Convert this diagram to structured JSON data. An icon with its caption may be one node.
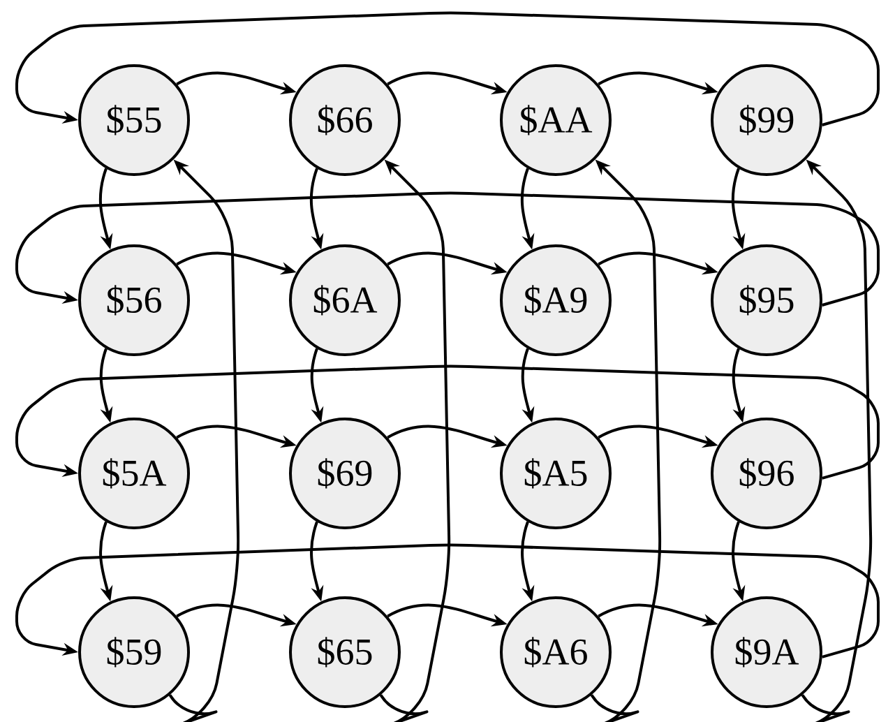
{
  "diagram": {
    "nodes": [
      {
        "text": [
          "$55"
        ]
      },
      {
        "text": [
          "$66"
        ]
      },
      {
        "text": [
          "$AA"
        ]
      },
      {
        "text": [
          "$99"
        ]
      },
      {
        "text": [
          "$56"
        ]
      },
      {
        "text": [
          "$6A"
        ]
      },
      {
        "text": [
          "$A9"
        ]
      },
      {
        "text": [
          "$95"
        ]
      },
      {
        "text": [
          "$5A"
        ]
      },
      {
        "text": [
          "$69"
        ]
      },
      {
        "text": [
          "$A5"
        ]
      },
      {
        "text": [
          "$96"
        ]
      },
      {
        "text": [
          "$59"
        ]
      },
      {
        "text": [
          "$65"
        ]
      },
      {
        "text": [
          "$A6"
        ]
      },
      {
        "text": [
          "$9A"
        ]
      }
    ],
    "edges": [
      {
        "from": 0,
        "to": 1,
        "arrow": "to"
      },
      {
        "from": 1,
        "to": 2,
        "arrow": "to"
      },
      {
        "from": 2,
        "to": 3,
        "arrow": "to"
      },
      {
        "from": 3,
        "to": 0,
        "arrow": "to"
      },
      {
        "from": 4,
        "to": 5,
        "arrow": "to"
      },
      {
        "from": 5,
        "to": 6,
        "arrow": "to"
      },
      {
        "from": 6,
        "to": 7,
        "arrow": "to"
      },
      {
        "from": 7,
        "to": 4,
        "arrow": "to"
      },
      {
        "from": 8,
        "to": 9,
        "arrow": "to"
      },
      {
        "from": 9,
        "to": 10,
        "arrow": "to"
      },
      {
        "from": 10,
        "to": 11,
        "arrow": "to"
      },
      {
        "from": 11,
        "to": 8,
        "arrow": "to"
      },
      {
        "from": 12,
        "to": 13,
        "arrow": "to"
      },
      {
        "from": 13,
        "to": 14,
        "arrow": "to"
      },
      {
        "from": 14,
        "to": 15,
        "arrow": "to"
      },
      {
        "from": 15,
        "to": 12,
        "arrow": "to"
      },
      {
        "from": 0,
        "to": 4,
        "arrow": "to"
      },
      {
        "from": 4,
        "to": 8,
        "arrow": "to"
      },
      {
        "from": 8,
        "to": 12,
        "arrow": "to"
      },
      {
        "from": 12,
        "to": 0,
        "arrow": "to"
      },
      {
        "from": 1,
        "to": 5,
        "arrow": "to"
      },
      {
        "from": 5,
        "to": 9,
        "arrow": "to"
      },
      {
        "from": 9,
        "to": 13,
        "arrow": "to"
      },
      {
        "from": 13,
        "to": 1,
        "arrow": "to"
      },
      {
        "from": 2,
        "to": 6,
        "arrow": "to"
      },
      {
        "from": 6,
        "to": 10,
        "arrow": "to"
      },
      {
        "from": 10,
        "to": 14,
        "arrow": "to"
      },
      {
        "from": 14,
        "to": 2,
        "arrow": "to"
      },
      {
        "from": 3,
        "to": 7,
        "arrow": "to"
      },
      {
        "from": 7,
        "to": 11,
        "arrow": "to"
      },
      {
        "from": 11,
        "to": 15,
        "arrow": "to"
      },
      {
        "from": 15,
        "to": 3,
        "arrow": "to"
      }
    ]
  }
}
